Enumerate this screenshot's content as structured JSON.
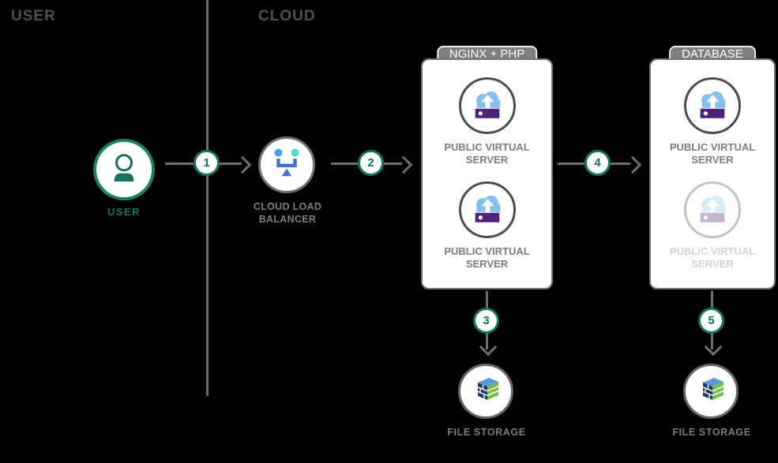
{
  "diagram": {
    "section_user": "USER",
    "section_cloud": "CLOUD",
    "user": {
      "label": "USER"
    },
    "load_balancer": {
      "label": "CLOUD LOAD BALANCER"
    },
    "nginx": {
      "badge": "NGINX + PHP",
      "servers": [
        {
          "label": "PUBLIC VIRTUAL SERVER",
          "state": "active"
        },
        {
          "label": "PUBLIC VIRTUAL SERVER",
          "state": "active"
        }
      ]
    },
    "database": {
      "badge": "DATABASE",
      "servers": [
        {
          "label": "PUBLIC VIRTUAL SERVER",
          "state": "active"
        },
        {
          "label": "PUBLIC VIRTUAL SERVER",
          "state": "inactive"
        }
      ]
    },
    "file_storage_left": {
      "label": "FILE STORAGE"
    },
    "file_storage_right": {
      "label": "FILE STORAGE"
    },
    "steps": [
      "1",
      "2",
      "3",
      "4",
      "5"
    ]
  },
  "colors": {
    "background": "#000000",
    "accent_green": "#17735d",
    "line_gray": "#6e6e6e",
    "label_gray": "#7d7d7d",
    "header_gray": "#4f4f4f",
    "tab_gray": "#7f7f7f",
    "cloud_blue": "#85c1ec",
    "server_purple": "#4e2277",
    "lb_bracket_blue": "#4472c4",
    "lb_dot_blue": "#4a9fe3",
    "lb_dot_teal": "#57d8c8",
    "storage_top_blue": "#5b9bd5",
    "storage_brick_navy": "#1e3a5f",
    "storage_side_green": "#72bf44"
  }
}
